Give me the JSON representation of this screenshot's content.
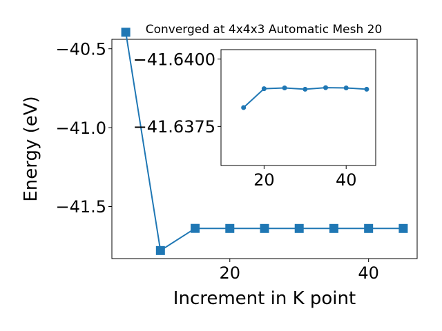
{
  "chart_data": [
    {
      "type": "line",
      "title": "Converged at 4x4x3 Automatic Mesh 20",
      "xlabel": "Increment in K point",
      "ylabel": "Energy (eV)",
      "xlim": [
        3.0,
        47.0
      ],
      "ylim": [
        -41.83,
        -40.44
      ],
      "xticks": [
        20,
        40
      ],
      "yticks": [
        -40.5,
        -41.0,
        -41.5
      ],
      "ytick_labels": [
        "−40.5",
        "−41.0",
        "−41.5"
      ],
      "grid": false,
      "marker": "square",
      "color": "#1f77b4",
      "series": [
        {
          "x": [
            5,
            10,
            15,
            20,
            25,
            30,
            35,
            40,
            45
          ],
          "y": [
            -40.395,
            -41.779,
            -41.6385,
            -41.639,
            -41.639,
            -41.639,
            -41.639,
            -41.639,
            -41.639
          ]
        }
      ]
    },
    {
      "type": "line",
      "title": "",
      "xlim": [
        9.5,
        47.2
      ],
      "ylim": [
        -41.63605,
        -41.64035
      ],
      "xticks": [
        20,
        40
      ],
      "yticks": [
        -41.64,
        -41.6375
      ],
      "ytick_labels": [
        "−41.6400",
        "−41.6375"
      ],
      "grid": false,
      "marker": "circle",
      "color": "#1f77b4",
      "series": [
        {
          "x": [
            15,
            20,
            25,
            30,
            35,
            40,
            45
          ],
          "y": [
            -41.6382,
            -41.6389,
            -41.63893,
            -41.63888,
            -41.63894,
            -41.63893,
            -41.63888
          ]
        }
      ]
    }
  ]
}
